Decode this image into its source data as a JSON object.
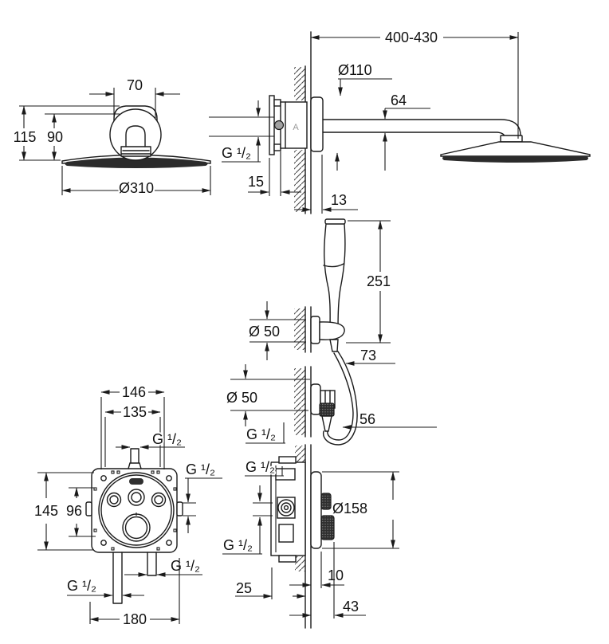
{
  "document": {
    "title": "Shower system installation drawing",
    "type": "technical-dimension-drawing",
    "unit": "mm",
    "line_color": "#1a1a1a",
    "background_color": "#ffffff",
    "dark_fill_color": "#2b2b2b"
  },
  "views": {
    "head_front": {
      "name": "head-shower-front-view",
      "dims": {
        "width_top": "70",
        "height_total": "115",
        "height_inner": "90",
        "diameter": "Ø310"
      }
    },
    "arm_side": {
      "name": "head-shower-arm-side-view",
      "marker": "A",
      "dims": {
        "length_range": "400-430",
        "rosette_diameter": "Ø110",
        "arm_height": "64",
        "thread": "G ¹/₂",
        "body_depth": "15",
        "rosette_depth": "13"
      }
    },
    "hand_shower": {
      "name": "hand-shower-side-view",
      "dims": {
        "length": "251",
        "holder_diameter": "Ø 50",
        "projection": "73",
        "outlet_diameter": "Ø 50",
        "hose_offset": "56",
        "thread": "G ¹/₂"
      }
    },
    "mixer_front": {
      "name": "concealed-thermostat-front-view",
      "dims": {
        "width_plate": "146",
        "width_inner": "135",
        "thread_top": "G ¹/₂",
        "thread_right": "G ¹/₂",
        "height_plate": "145",
        "height_inner": "96",
        "thread_bottom_right": "G ¹/₂",
        "thread_bottom_left": "G ¹/₂",
        "width_connections": "180"
      }
    },
    "mixer_side": {
      "name": "concealed-thermostat-side-view",
      "dims": {
        "thread_top": "G ¹/₂",
        "thread_left": "G ¹/₂",
        "plate_diameter": "Ø158",
        "depth_box": "25",
        "wall_gap": "10",
        "projection": "43"
      }
    }
  }
}
